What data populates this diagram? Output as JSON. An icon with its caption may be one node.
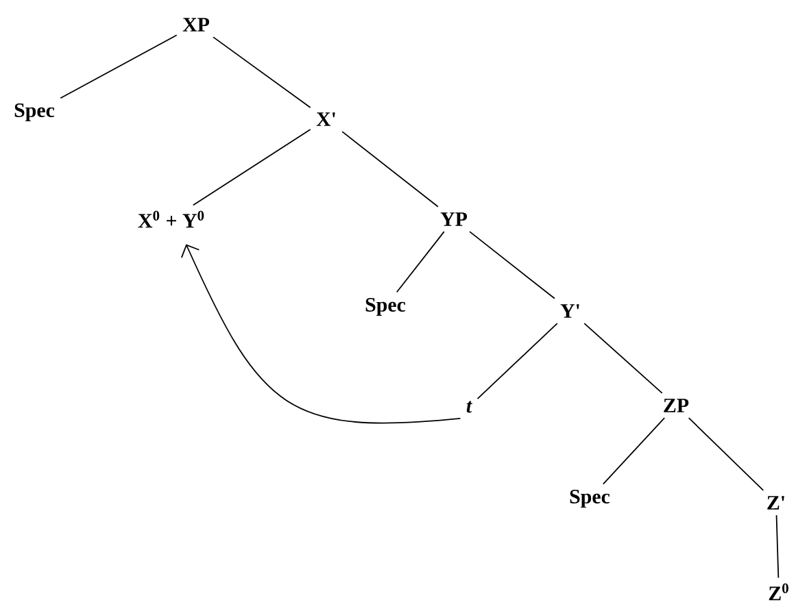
{
  "diagram": {
    "nodes": [
      {
        "text": [
          "XP"
        ]
      },
      {
        "text": [
          "Spec"
        ]
      },
      {
        "text": [
          "X'"
        ]
      },
      {
        "text": [
          "X$^{0}$ + Y$^{0}$"
        ]
      },
      {
        "text": [
          "YP"
        ]
      },
      {
        "text": [
          "Spec"
        ]
      },
      {
        "text": [
          "Y'"
        ]
      },
      {
        "text": [
          "t"
        ]
      },
      {
        "text": [
          "ZP"
        ]
      },
      {
        "text": [
          "Spec"
        ]
      },
      {
        "text": [
          "Z'"
        ]
      },
      {
        "text": [
          "Z$^{0}$"
        ]
      }
    ],
    "edges": [
      {
        "from": 0,
        "to": 1,
        "arrow": "none"
      },
      {
        "from": 0,
        "to": 2,
        "arrow": "none"
      },
      {
        "from": 2,
        "to": 3,
        "arrow": "none"
      },
      {
        "from": 2,
        "to": 4,
        "arrow": "none"
      },
      {
        "from": 4,
        "to": 5,
        "arrow": "none"
      },
      {
        "from": 4,
        "to": 6,
        "arrow": "none"
      },
      {
        "from": 6,
        "to": 7,
        "arrow": "none"
      },
      {
        "from": 6,
        "to": 8,
        "arrow": "none"
      },
      {
        "from": 8,
        "to": 9,
        "arrow": "none"
      },
      {
        "from": 8,
        "to": 10,
        "arrow": "none"
      },
      {
        "from": 10,
        "to": 11,
        "arrow": "none"
      },
      {
        "from": 7,
        "to": 3,
        "arrow": "to"
      }
    ]
  }
}
